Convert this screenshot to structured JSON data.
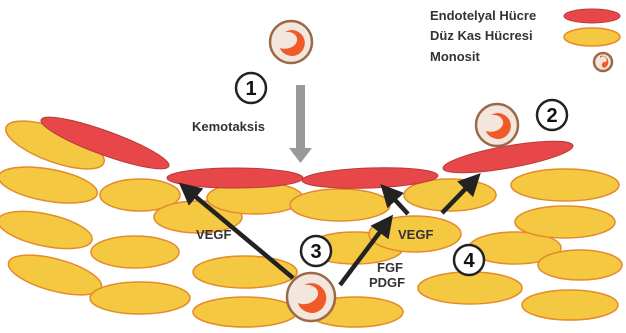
{
  "legend": {
    "endothelial": "Endotelyal Hücre",
    "smooth_muscle": "Düz Kas Hücresi",
    "monocyte": "Monosit"
  },
  "steps": [
    "1",
    "2",
    "3",
    "4"
  ],
  "labels": {
    "chemotaxis": "Kemotaksis",
    "vegf_left": "VEGF",
    "vegf_right": "VEGF",
    "fgf": "FGF",
    "pdgf": "PDGF"
  },
  "colors": {
    "endothelial_fill": "#e8474a",
    "endothelial_stroke": "#b83a3a",
    "smooth_muscle_fill": "#f5c842",
    "smooth_muscle_stroke": "#e58a2a",
    "monocyte_fill": "#f3e6dc",
    "monocyte_ring": "#9a6a48",
    "monocyte_nucleus": "#f05a2a",
    "arrow_gray": "#999999",
    "arrow_dark": "#222222"
  }
}
